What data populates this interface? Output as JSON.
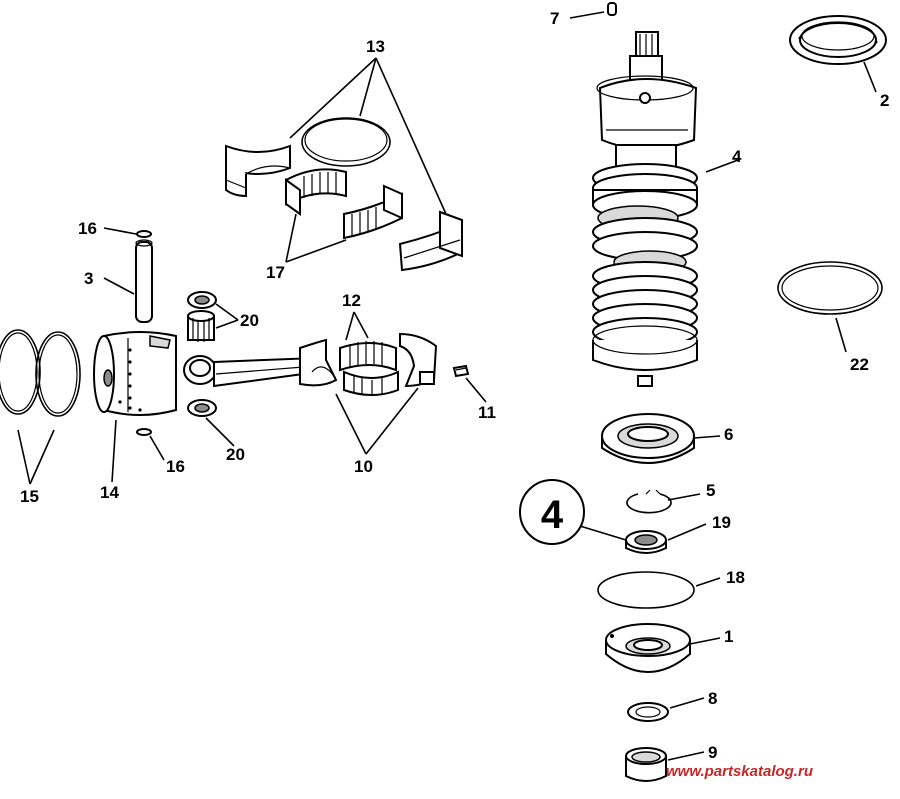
{
  "diagram": {
    "callouts": {
      "c1": "1",
      "c2": "2",
      "c3": "3",
      "c4": "4",
      "c5": "5",
      "c6": "6",
      "c7": "7",
      "c8": "8",
      "c9": "9",
      "c10": "10",
      "c11": "11",
      "c12": "12",
      "c13": "13",
      "c14": "14",
      "c15": "15",
      "c16a": "16",
      "c16b": "16",
      "c17": "17",
      "c18": "18",
      "c19": "19",
      "c20a": "20",
      "c20b": "20",
      "c22": "22"
    },
    "watermark": "www.partskatalog.ru",
    "inset_symbol": "4"
  }
}
